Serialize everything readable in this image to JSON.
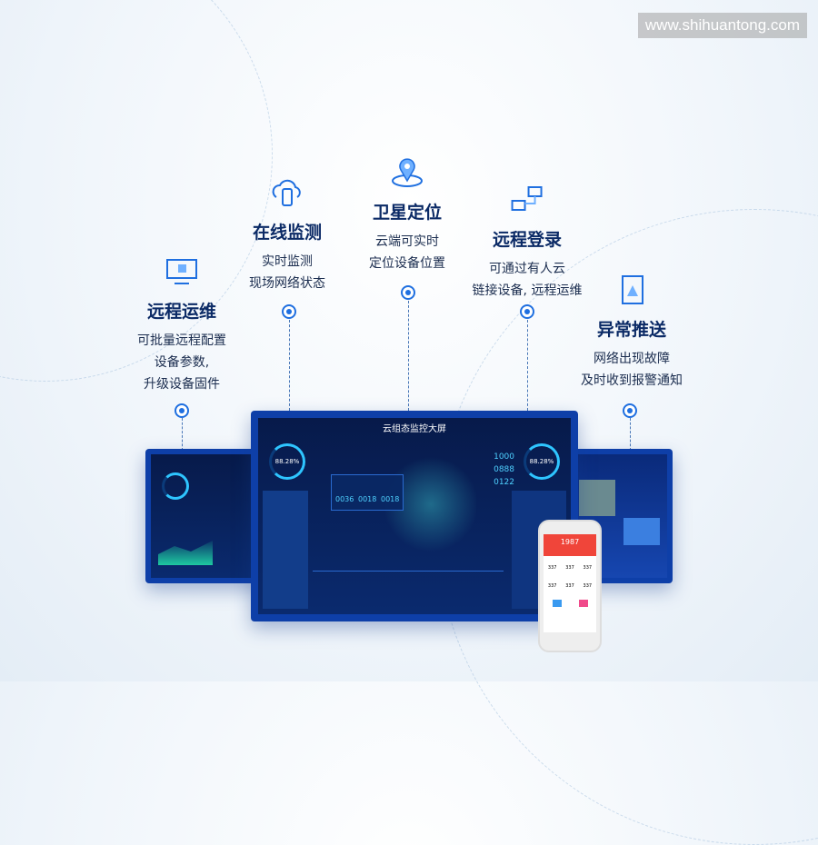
{
  "watermark": "www.shihuantong.com",
  "features": [
    {
      "id": "remote-ops",
      "title": "远程运维",
      "lines": [
        "可批量远程配置",
        "设备参数,",
        "升级设备固件"
      ]
    },
    {
      "id": "online-monitor",
      "title": "在线监测",
      "lines": [
        "实时监测",
        "现场网络状态"
      ]
    },
    {
      "id": "satellite",
      "title": "卫星定位",
      "lines": [
        "云端可实时",
        "定位设备位置"
      ]
    },
    {
      "id": "remote-login",
      "title": "远程登录",
      "lines": [
        "可通过有人云",
        "链接设备, 远程运维"
      ]
    },
    {
      "id": "alarm",
      "title": "异常推送",
      "lines": [
        "网络出现故障",
        "及时收到报警通知"
      ]
    }
  ],
  "dashboard": {
    "title": "云组态监控大屏",
    "gauge_left": "88.28%",
    "gauge_right": "88.28%",
    "counters": [
      "1000",
      "0888",
      "0122"
    ],
    "stats": [
      "0036",
      "0018",
      "0018"
    ]
  },
  "phone": {
    "banner": "1987",
    "values": [
      "337",
      "337",
      "337",
      "337",
      "337",
      "337"
    ]
  },
  "colors": {
    "accent": "#1f6fe0",
    "title": "#0b2a66"
  }
}
